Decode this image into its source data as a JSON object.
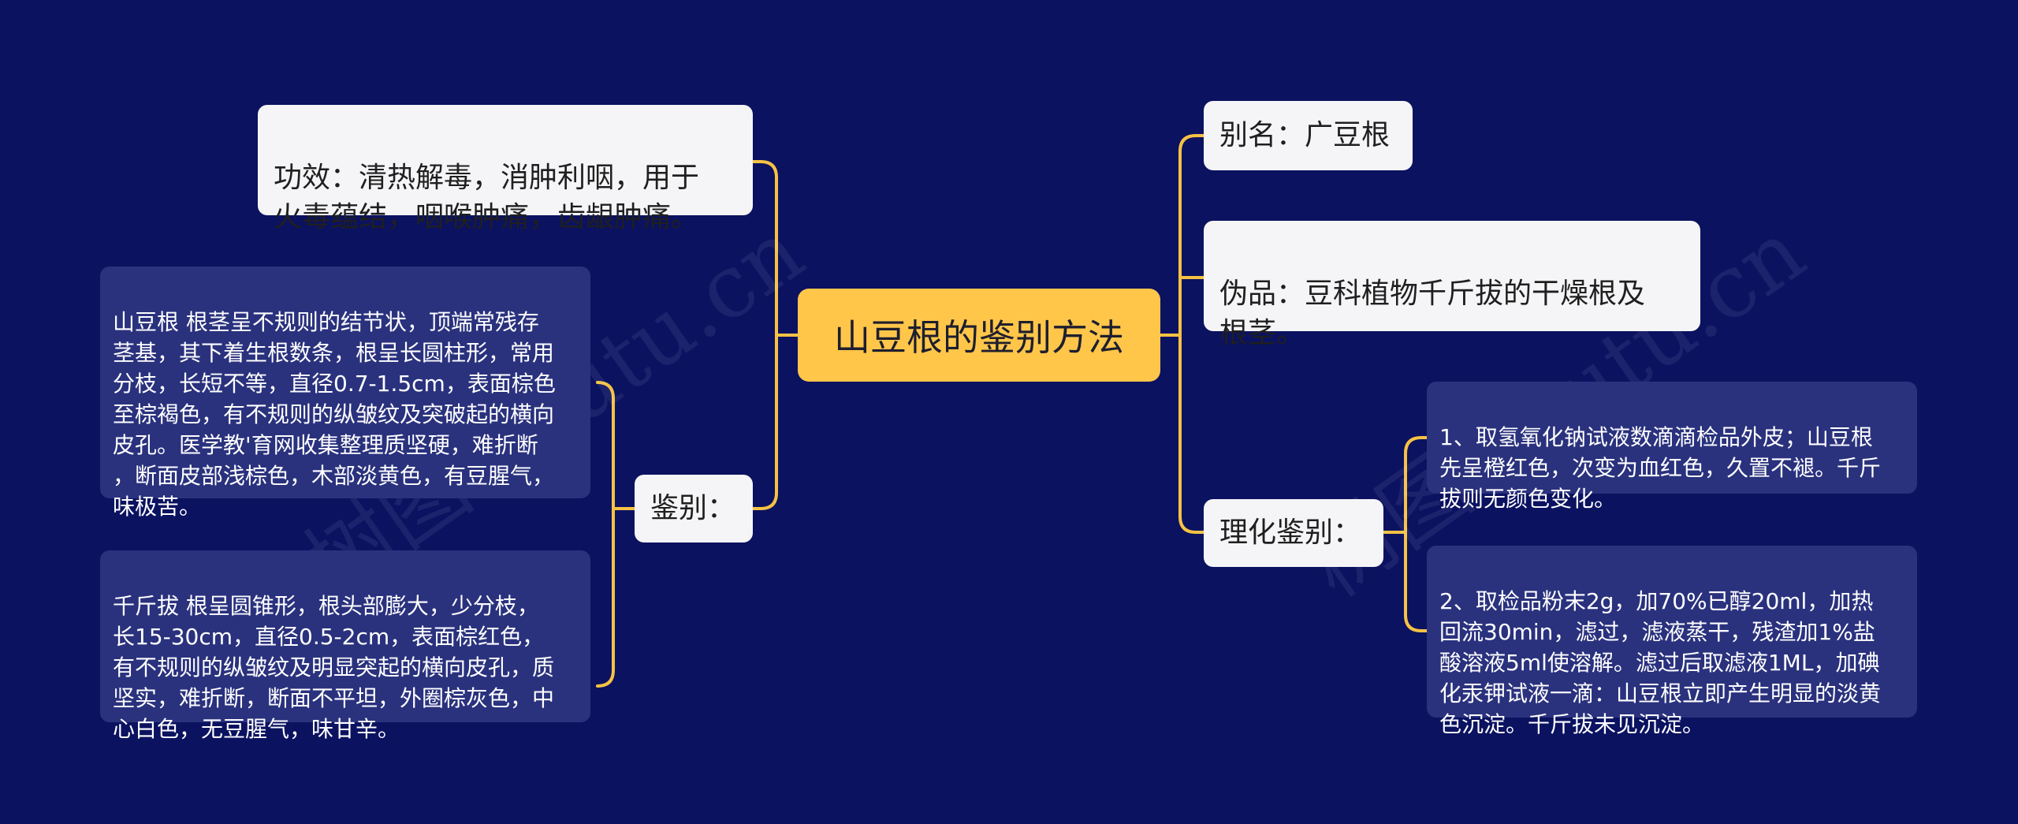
{
  "root": {
    "title": "山豆根的鉴别方法"
  },
  "left": {
    "efficacy": "功效：清热解毒，消肿利咽，用于\n火毒蕴结，咽喉肿痛，齿龈肿痛。",
    "identification": {
      "label": "鉴别：",
      "shandougen": "山豆根 根茎呈不规则的结节状，顶端常残存\n茎基，其下着生根数条，根呈长圆柱形，常用\n分枝，长短不等，直径0.7-1.5cm，表面棕色\n至棕褐色，有不规则的纵皱纹及突破起的横向\n皮孔。医学教'育网收集整理质坚硬，难折断\n，断面皮部浅棕色，木部淡黄色，有豆腥气，\n味极苦。",
      "qianjinba": "千斤拔 根呈圆锥形，根头部膨大，少分枝，\n长15-30cm，直径0.5-2cm，表面棕红色，\n有不规则的纵皱纹及明显突起的横向皮孔，质\n坚实，难折断，断面不平坦，外圈棕灰色，中\n心白色，无豆腥气，味甘辛。"
    }
  },
  "right": {
    "alias": "别名：广豆根",
    "counterfeit": "伪品：豆科植物千斤拔的干燥根及\n根茎。",
    "physchem": {
      "label": "理化鉴别：",
      "test1": "1、取氢氧化钠试液数滴滴检品外皮；山豆根\n先呈橙红色，次变为血红色，久置不褪。千斤\n拔则无颜色变化。",
      "test2": "2、取检品粉末2g，加70%已醇20ml，加热\n回流30min，滤过，滤液蒸干，残渣加1%盐\n酸溶液5ml使溶解。滤过后取滤液1ML，加碘\n化汞钾试液一滴：山豆根立即产生明显的淡黄\n色沉淀。千斤拔未见沉淀。"
    }
  },
  "watermark": [
    "树图 shutu.cn",
    "树图 shutu.cn"
  ],
  "colors": {
    "background": "#0b1260",
    "root": "#ffc64a",
    "connector": "#f6c244",
    "level1": "#f5f5f7",
    "level2": "#2a327e"
  }
}
